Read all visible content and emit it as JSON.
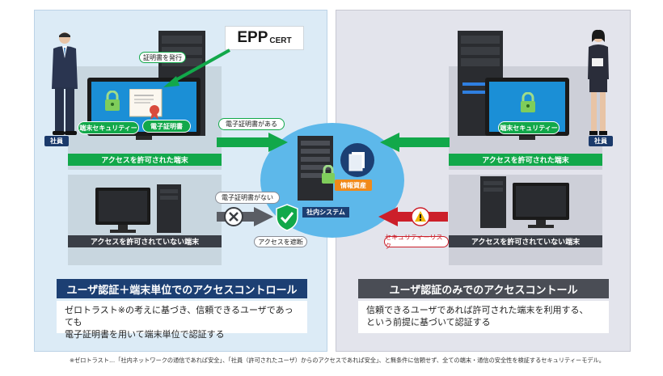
{
  "logo": {
    "epp": "EPP",
    "cert": "CERT"
  },
  "left": {
    "badge_issue": "証明書を発行",
    "tag_endpoint_security": "端末セキュリティー",
    "tag_certificate": "電子証明書",
    "tag_employee": "社員",
    "bar_allowed": "アクセスを許可された端末",
    "bar_not_allowed": "アクセスを許可されていない端末",
    "title": "ユーザ認証＋端末単位でのアクセスコントロール",
    "desc_line1": "ゼロトラスト※の考えに基づき、信頼できるユーザであっても",
    "desc_line2": "電子証明書を用いて端末単位で認証する"
  },
  "center": {
    "label_has_cert": "電子証明書がある",
    "label_no_cert": "電子証明書がない",
    "label_access_blocked": "アクセスを遮断",
    "label_info_assets": "情報資産",
    "label_internal_system": "社内システム",
    "label_security_risk": "セキュリティーリスク"
  },
  "right": {
    "tag_endpoint_security": "端末セキュリティー",
    "tag_employee": "社員",
    "bar_allowed": "アクセスを許可された端末",
    "bar_not_allowed": "アクセスを許可されていない端末",
    "title": "ユーザ認証のみでのアクセスコントール",
    "desc_line1": "信頼できるユーザであれば許可された端末を利用する、",
    "desc_line2": "という前提に基づいて認証する"
  },
  "footnote": "※ゼロトラスト…「社内ネットワークの通信であれば安全」、「社員（許可されたユーザ）からのアクセスであれば安全」、と無条件に信頼せず、全ての端末・通信の安全性を検証するセキュリティーモデル。",
  "colors": {
    "green": "#12a84a",
    "navy": "#1c3f73",
    "red": "#cc1f2a",
    "dark": "#3a3e46"
  }
}
